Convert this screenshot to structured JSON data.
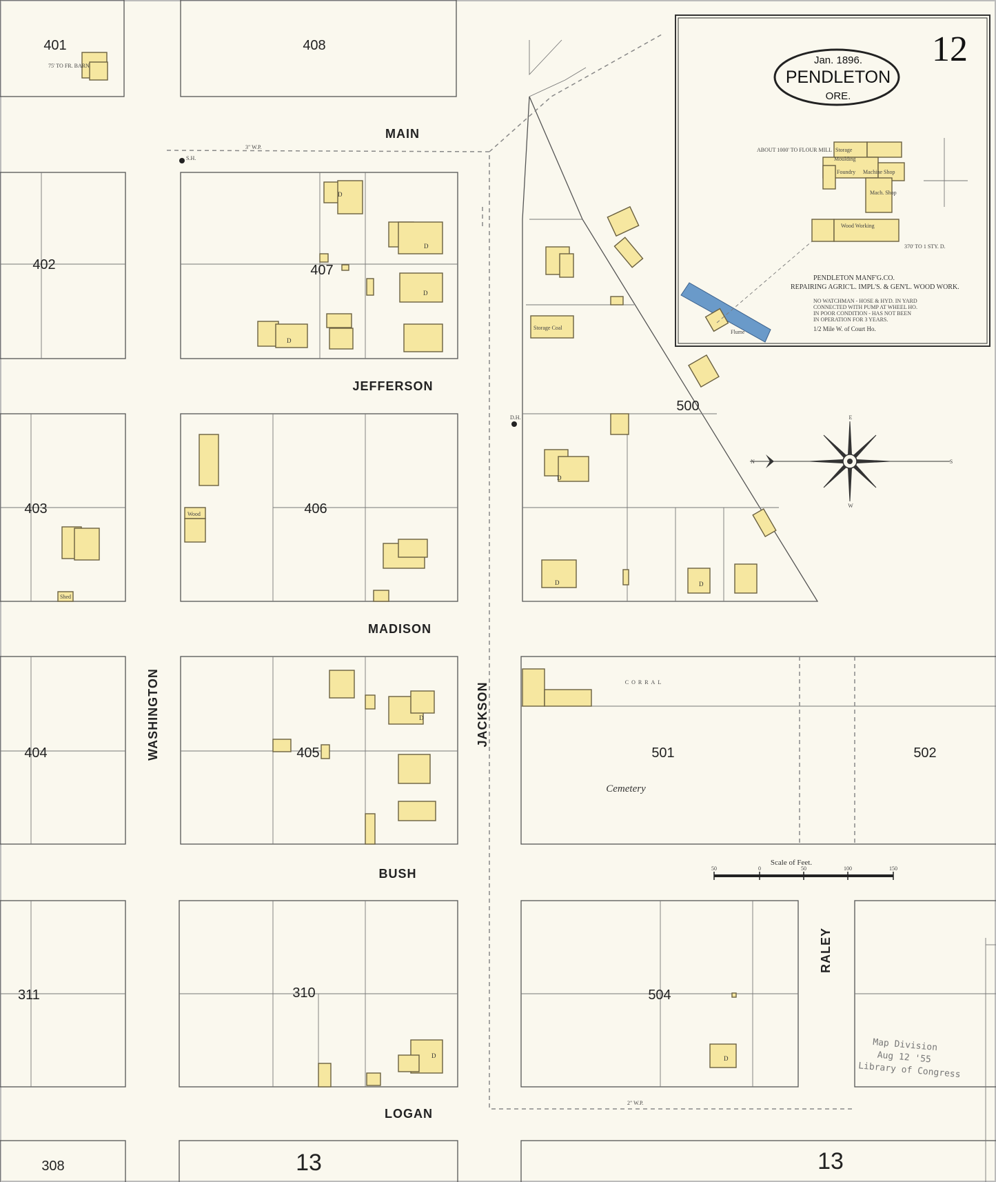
{
  "map": {
    "sheet_number": "12",
    "title": {
      "date": "Jan. 1896.",
      "city": "PENDLETON",
      "state": "ORE."
    },
    "streets": {
      "main": "MAIN",
      "jefferson": "JEFFERSON",
      "madison": "MADISON",
      "bush": "BUSH",
      "logan": "LOGAN",
      "washington": "WASHINGTON",
      "jackson": "JACKSON",
      "raley": "RALEY"
    },
    "blocks": {
      "b401": "401",
      "b408": "408",
      "b402": "402",
      "b407": "407",
      "b403": "403",
      "b406": "406",
      "b500": "500",
      "b404": "404",
      "b405": "405",
      "b501": "501",
      "b502": "502",
      "b311": "311",
      "b310": "310",
      "b504": "504",
      "b308": "308",
      "adj_left": "13",
      "adj_right": "13"
    },
    "labels": {
      "cemetery": "Cemetery",
      "corral": "CORRAL",
      "storage_coal": "Storage Coal",
      "wood": "Wood",
      "shed": "Shed",
      "d": "D",
      "fr_barn": "75' TO FR. BARN",
      "wp3": "3\" W.P.",
      "wp2": "2\" W.P.",
      "sh": "S.H.",
      "dh": "D.H."
    },
    "inset": {
      "company": "PENDLETON MANF'G.CO.",
      "desc": "REPAIRING AGRIC'L. IMPL'S. & GEN'L. WOOD WORK.",
      "note1": "NO WATCHMAN - HOSE & HYD. IN YARD",
      "note2": "CONNECTED WITH PUMP AT WHEEL HO.",
      "note3": "IN POOR CONDITION - HAS NOT BEEN",
      "note4": "IN OPERATION FOR 3 YEARS.",
      "distance": "1/2 Mile W. of Court Ho.",
      "storage": "Storage",
      "moulding": "Moulding",
      "foundry": "Foundry",
      "machine_shop": "Machine Shop",
      "mach_shop": "Mach. Shop",
      "wood_working": "Wood Working",
      "flume": "Flume",
      "to_flour_mill": "ABOUT 1000' TO FLOUR MILL",
      "to_1st_d": "370' TO 1 STY. D."
    },
    "scale": {
      "label": "Scale of Feet.",
      "ticks": [
        "50",
        "0",
        "50",
        "100",
        "150"
      ]
    },
    "stamp": {
      "line1": "Map Division",
      "line2": "Aug 12 '55",
      "line3": "Library of Congress"
    },
    "compass": {
      "n": "N",
      "s": "S",
      "e": "E",
      "w": "W"
    }
  }
}
